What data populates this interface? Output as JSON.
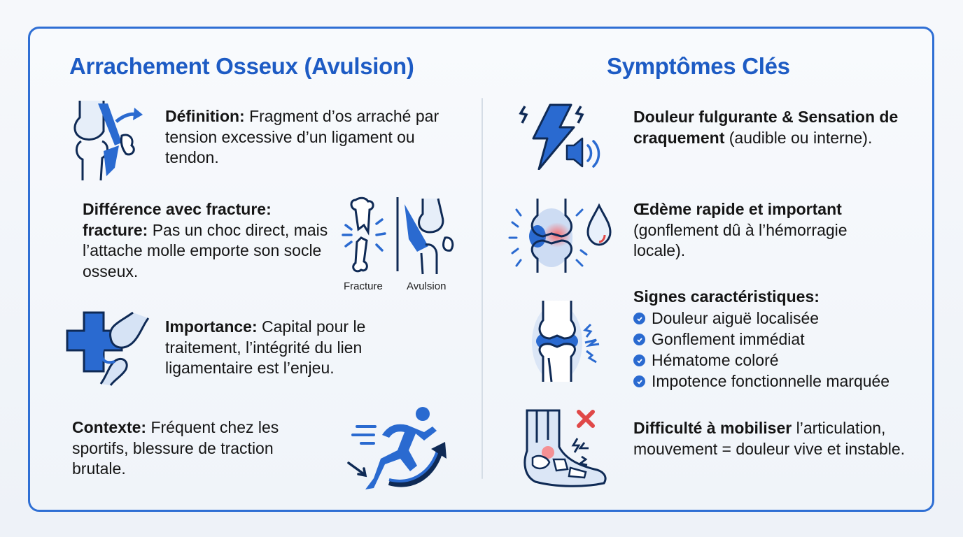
{
  "left": {
    "title": "Arrachement Osseux (Avulsion)",
    "items": [
      {
        "label": "Définition:",
        "text": " Fragment d’os arraché par tension excessive d’un ligament ou tendon.",
        "icon": "knee-avulsion-icon"
      },
      {
        "label": "Différence avec fracture: fracture:",
        "text": " Pas un choc direct, mais l’attache molle emporte son socle osseux.",
        "icon": "fracture-vs-avulsion-icon"
      },
      {
        "label": "Importance:",
        "text": " Capital pour le traitement, l’intégrité du lien ligamentaire est l’enjeu.",
        "icon": "medical-cross-joint-icon"
      },
      {
        "label": "Contexte:",
        "text": " Fréquent chez les sportifs, blessure de traction brutale.",
        "icon": "runner-icon"
      }
    ],
    "comparison_captions": {
      "fracture": "Fracture",
      "avulsion": "Avulsion"
    }
  },
  "right": {
    "title": "Symptômes Clés",
    "items": [
      {
        "label": "Douleur fulgurante & Sensation de craquement",
        "text": " (audible ou interne).",
        "icon": "lightning-sound-icon"
      },
      {
        "label": "Œdème rapide et important",
        "text": " (gonflement dû à l’hémorragie locale).",
        "icon": "swollen-joint-drop-icon"
      },
      {
        "label": "Signes caractéristiques:",
        "icon": "knee-pain-icon",
        "list": [
          "Douleur aiguë localisée",
          "Gonflement immédiat",
          "Hématome coloré",
          "Impotence fonctionnelle marquée"
        ]
      },
      {
        "label": "Difficulté à mobiliser",
        "text": " l’articulation, mouvement = douleur vive et instable.",
        "icon": "ankle-no-movement-icon"
      }
    ]
  },
  "colors": {
    "accent": "#1d5bc4",
    "border": "#2f6fd4",
    "icon_blue": "#2a6ad0",
    "icon_dark": "#0f2a55",
    "alert_red": "#e04848"
  }
}
